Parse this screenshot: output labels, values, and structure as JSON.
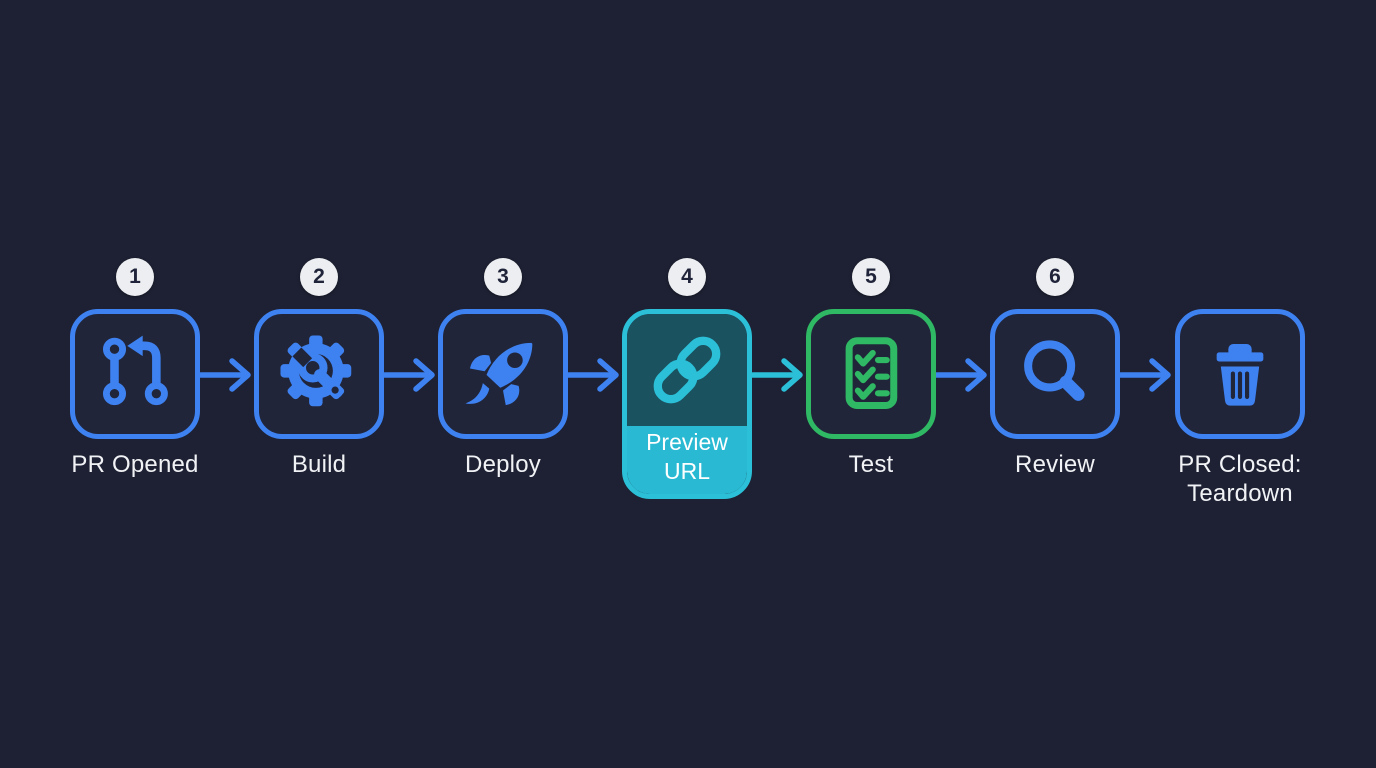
{
  "diagram": {
    "kind": "pipeline-flow",
    "description": "Pull-request preview environment pipeline"
  },
  "palette": {
    "background": "#1d2133",
    "box_fill": "#212539",
    "blue": "#3e82f2",
    "green": "#2fb964",
    "teal": "#2bc0d8",
    "teal_icon_area_fill": "#1a5260",
    "teal_label_fill": "#29b9d2",
    "badge_bg": "#edeef1",
    "badge_text": "#20243a",
    "label_text": "#f1f2f5"
  },
  "steps": [
    {
      "number": "1",
      "label": "PR Opened",
      "icon": "git-pull-request-icon",
      "color": "#3e82f2",
      "highlighted": false
    },
    {
      "number": "2",
      "label": "Build",
      "icon": "gear-wrench-icon",
      "color": "#3e82f2",
      "highlighted": false
    },
    {
      "number": "3",
      "label": "Deploy",
      "icon": "rocket-icon",
      "color": "#3e82f2",
      "highlighted": false
    },
    {
      "number": "4",
      "label": "Preview URL",
      "icon": "link-icon",
      "color": "#2bc0d8",
      "highlighted": true
    },
    {
      "number": "5",
      "label": "Test",
      "icon": "checklist-icon",
      "color": "#2fb964",
      "highlighted": false
    },
    {
      "number": "6",
      "label": "Review",
      "icon": "magnifier-icon",
      "color": "#3e82f2",
      "highlighted": false
    },
    {
      "number": "",
      "label": "PR Closed: Teardown",
      "icon": "trash-icon",
      "color": "#3e82f2",
      "highlighted": false
    }
  ],
  "arrows": [
    {
      "from": "PR Opened",
      "to": "Build",
      "color": "#3e82f2"
    },
    {
      "from": "Build",
      "to": "Deploy",
      "color": "#3e82f2"
    },
    {
      "from": "Deploy",
      "to": "Preview URL",
      "color": "#3e82f2"
    },
    {
      "from": "Preview URL",
      "to": "Test",
      "color": "#2bc0d8"
    },
    {
      "from": "Test",
      "to": "Review",
      "color": "#3e82f2"
    },
    {
      "from": "Review",
      "to": "PR Closed: Teardown",
      "color": "#3e82f2"
    }
  ]
}
